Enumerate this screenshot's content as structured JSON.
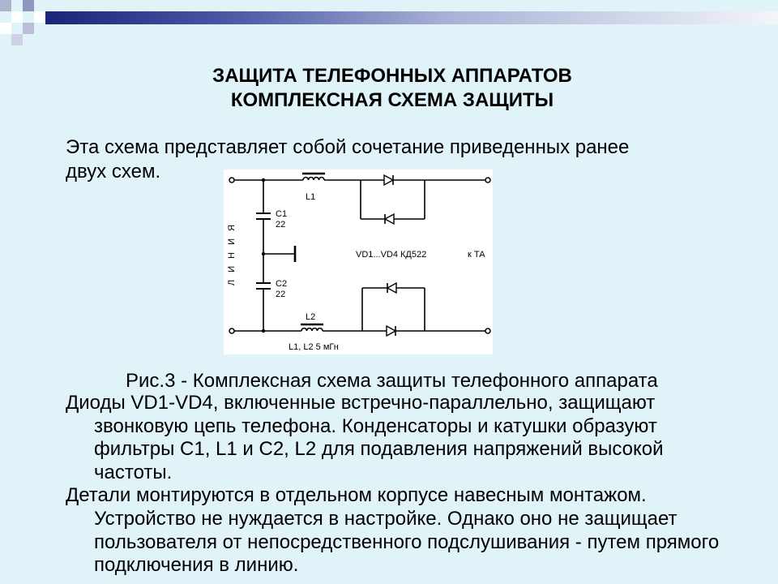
{
  "slide": {
    "title_lines": [
      "ЗАЩИТА ТЕЛЕФОННЫХ АППАРАТОВ",
      "КОМПЛЕКСНАЯ СХЕМА ЗАЩИТЫ"
    ],
    "intro_lines": [
      "Эта схема представляет собой сочетание приведенных ранее",
      "двух схем."
    ],
    "caption": "Рис.3 - Комплексная схема защиты телефонного аппарата",
    "paragraph1_lines": [
      "Диоды VD1-VD4, включенные встречно-параллельно, защищают",
      "звонковую цепь телефона. Конденсаторы и катушки образуют",
      "фильтры C1, L1 и C2, L2 для подавления напряжений высокой",
      "частоты."
    ],
    "paragraph2_lines": [
      "Детали монтируются в отдельном корпусе навесным монтажом.",
      "Устройство не нуждается в настройке. Однако оно не защищает",
      "пользователя от непосредственного подслушивания - путем прямого",
      "подключения в линию."
    ]
  },
  "diagram": {
    "labels": {
      "l1": "L1",
      "c1": "C1",
      "c1_value": "22",
      "line": "Л И Н И Я",
      "diodes": "VD1...VD4 КД522",
      "to_set": "к ТА",
      "c2": "C2",
      "c2_value": "22",
      "l2": "L2",
      "inductance": "L1, L2 5 мГн"
    }
  },
  "colors": {
    "background": "#e0f3f8",
    "bar_start": "#1b2478",
    "bar_end": "#f3f5fa",
    "text": "#000000",
    "diagram_background": "#ffffff"
  }
}
